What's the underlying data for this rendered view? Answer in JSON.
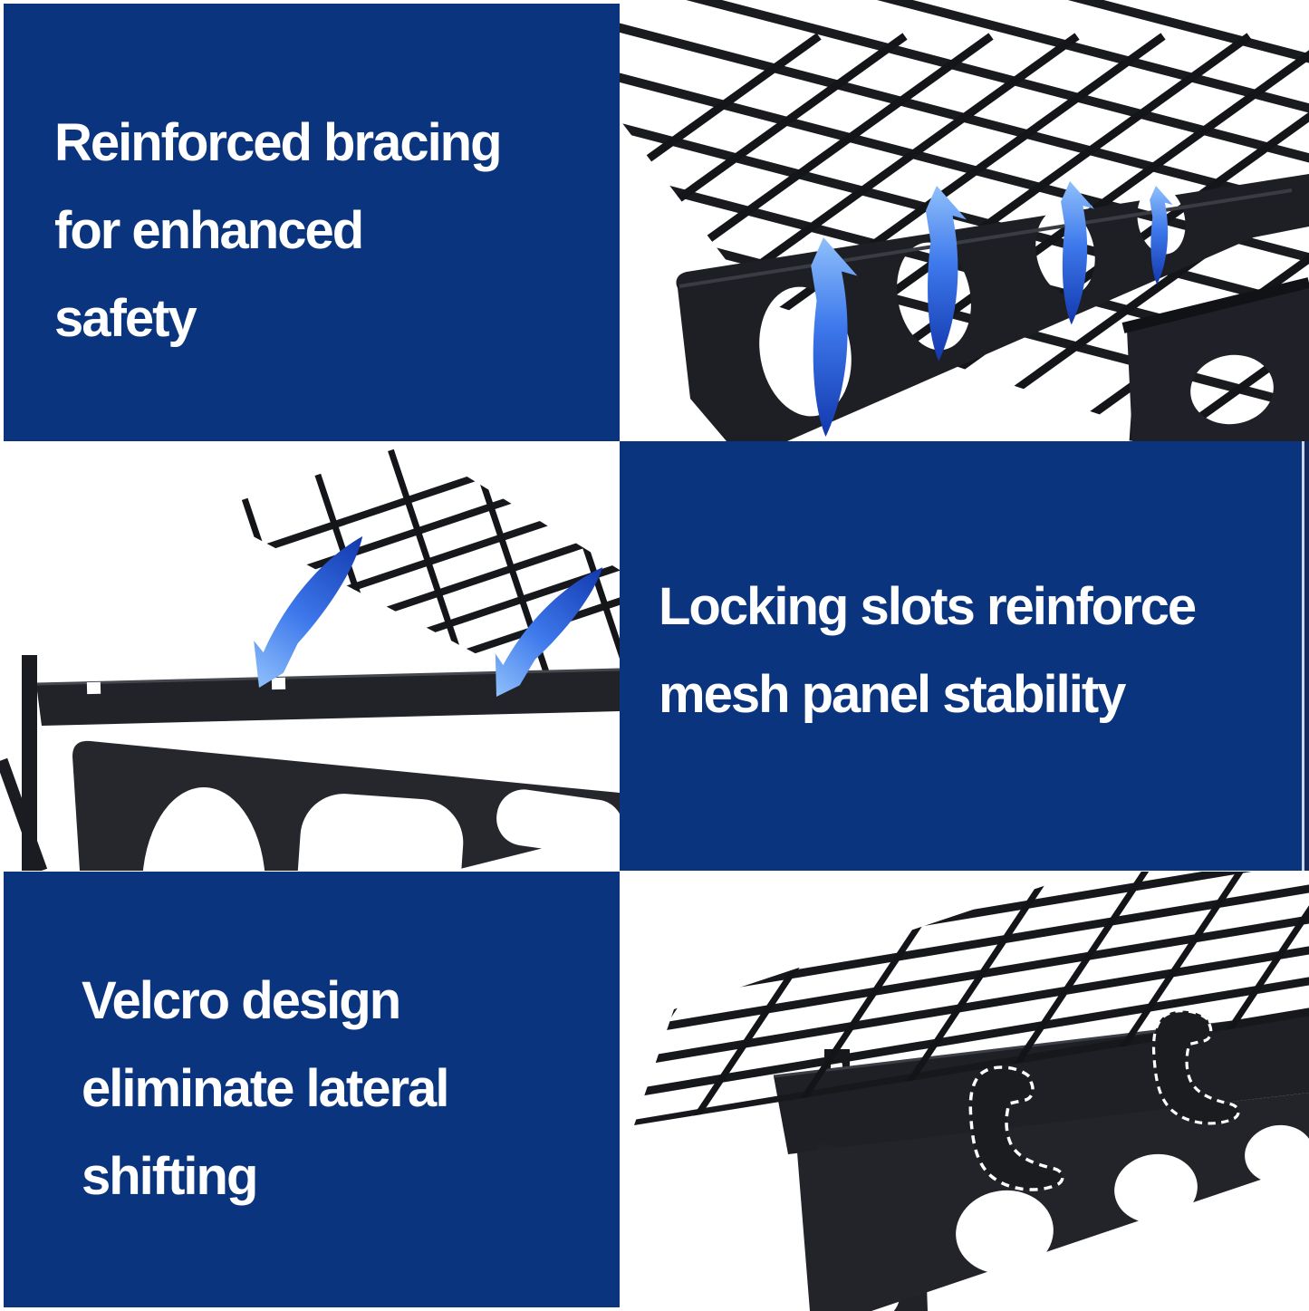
{
  "poster": {
    "background": "#ffffff",
    "panel_blue": "#0b347e",
    "text_color": "#ffffff",
    "arrow_blue_light": "#8fc0fb",
    "arrow_blue_dark": "#1238ad",
    "product_black": "#1b1c20",
    "panels": {
      "top_left": {
        "type": "text",
        "lines": [
          "Reinforced bracing",
          "for enhanced",
          "safety"
        ]
      },
      "top_right": {
        "type": "photo",
        "description": "Underside view of a black wire-grid shelf with a reinforced bracing bracket; four blue curved arrows point up through the bracket cutouts",
        "arrow_icons": 4
      },
      "middle_left": {
        "type": "photo",
        "description": "Wire mesh panel tilted above the shelf frame; two blue curved arrows point down into the locking slots"
      },
      "middle_right": {
        "type": "text",
        "lines": [
          "Locking slots reinforce",
          "mesh panel stability"
        ]
      },
      "bottom_left": {
        "type": "text",
        "lines": [
          "Velcro design",
          "eliminate lateral",
          "shifting"
        ]
      },
      "bottom_right": {
        "type": "photo",
        "description": "Black wire shelf with two velcro straps highlighted by white dashed outlines securing the mesh to the frame",
        "strap_icons": 2
      }
    }
  }
}
